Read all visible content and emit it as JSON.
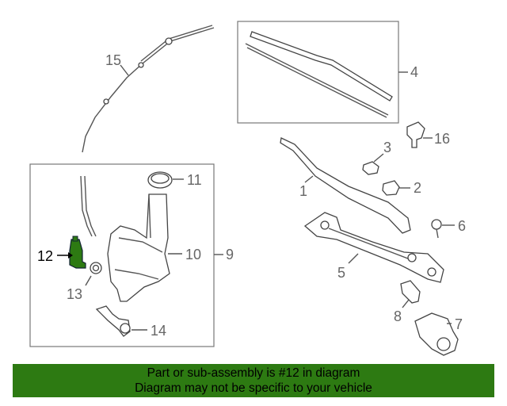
{
  "callouts": {
    "c1": "1",
    "c2": "2",
    "c3": "3",
    "c4": "4",
    "c5": "5",
    "c6": "6",
    "c7": "7",
    "c8": "8",
    "c9": "9",
    "c10": "10",
    "c11": "11",
    "c12": "12",
    "c13": "13",
    "c14": "14",
    "c15": "15",
    "c16": "16"
  },
  "highlight_color": "#2d7a12",
  "banner": {
    "line1": "Part or sub-assembly is #12 in diagram",
    "line2": "Diagram may not be specific to your vehicle"
  }
}
